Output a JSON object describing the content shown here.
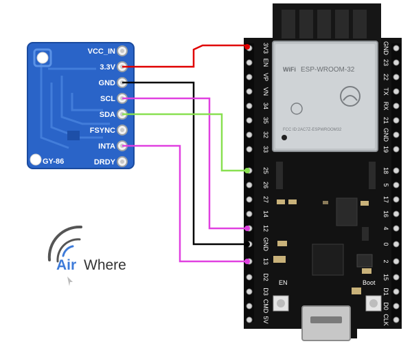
{
  "sensor": {
    "model": "GY-86",
    "pins": [
      "VCC_IN",
      "3.3V",
      "GND",
      "SCL",
      "SDA",
      "FSYNC",
      "INTA",
      "DRDY"
    ]
  },
  "board": {
    "module_brand": "WiFi",
    "module_name": "ESP-WROOM-32",
    "fcc_text": "FCC ID:2AC7Z-ESPWROOM32",
    "left_pins": [
      "3V3",
      "EN",
      "VP",
      "VN",
      "34",
      "35",
      "32",
      "33",
      "25",
      "26",
      "27",
      "14",
      "12",
      "GND",
      "13",
      "D2",
      "D3",
      "CMD",
      "5V"
    ],
    "right_pins": [
      "GND",
      "23",
      "22",
      "TX",
      "RX",
      "21",
      "GND",
      "19",
      "18",
      "5",
      "17",
      "16",
      "4",
      "0",
      "2",
      "15",
      "D1",
      "D0",
      "CLK"
    ],
    "button_en": "EN",
    "button_boot": "Boot"
  },
  "logo": {
    "air": "Air",
    "where": "Where"
  },
  "wires": [
    {
      "from": "3.3V",
      "to": "3V3",
      "color": "#e00000"
    },
    {
      "from": "GND",
      "to": "GND",
      "color": "#000000"
    },
    {
      "from": "SCL",
      "to": "12",
      "color": "#e040e0"
    },
    {
      "from": "SDA",
      "to": "25",
      "color": "#88e050"
    },
    {
      "from": "INTA",
      "to": "13",
      "color": "#e040e0"
    }
  ]
}
